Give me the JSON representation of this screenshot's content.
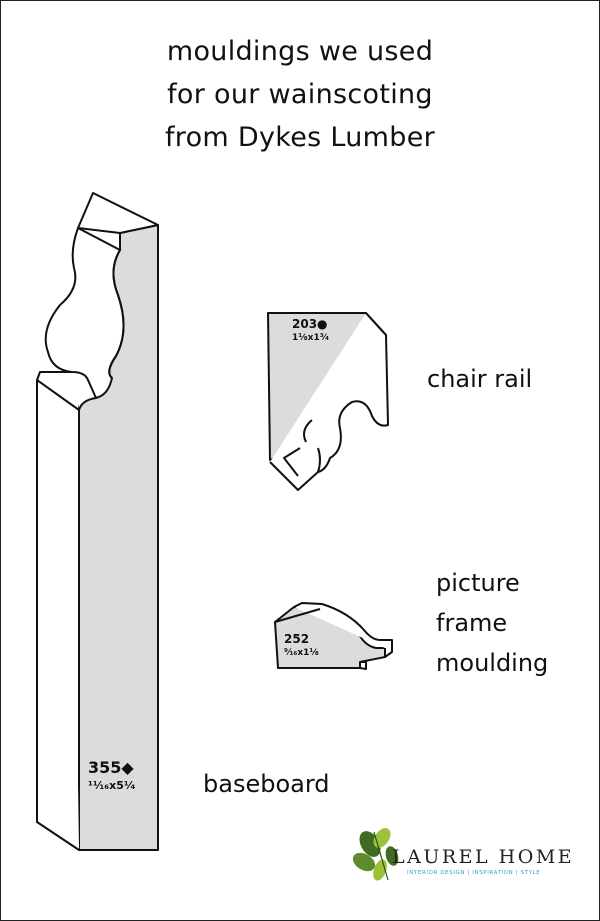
{
  "title": {
    "line1": "mouldings we used",
    "line2": "for our wainscoting",
    "line3": "from Dykes Lumber"
  },
  "mouldings": {
    "baseboard": {
      "label": "baseboard",
      "number": "355◆",
      "dimensions": "¹¹⁄₁₆x5¹⁄₄"
    },
    "chair_rail": {
      "label": "chair rail",
      "number": "203●",
      "dimensions": "1¹⁄₈x1³⁄₄"
    },
    "picture_frame": {
      "label_line1": "picture",
      "label_line2": "frame",
      "label_line3": "moulding",
      "number": "252",
      "dimensions": "⁹⁄₁₆x1¹⁄₈"
    }
  },
  "logo": {
    "name": "LAUREL HOME",
    "tagline": "INTERIOR DESIGN | INSPIRATION | STYLE"
  },
  "colors": {
    "profile_fill": "#dcdcdc",
    "line": "#111111",
    "logo_leaf_dark": "#3f6b22",
    "logo_leaf_light": "#9cc23a",
    "logo_tagline": "#2aa8b8"
  }
}
